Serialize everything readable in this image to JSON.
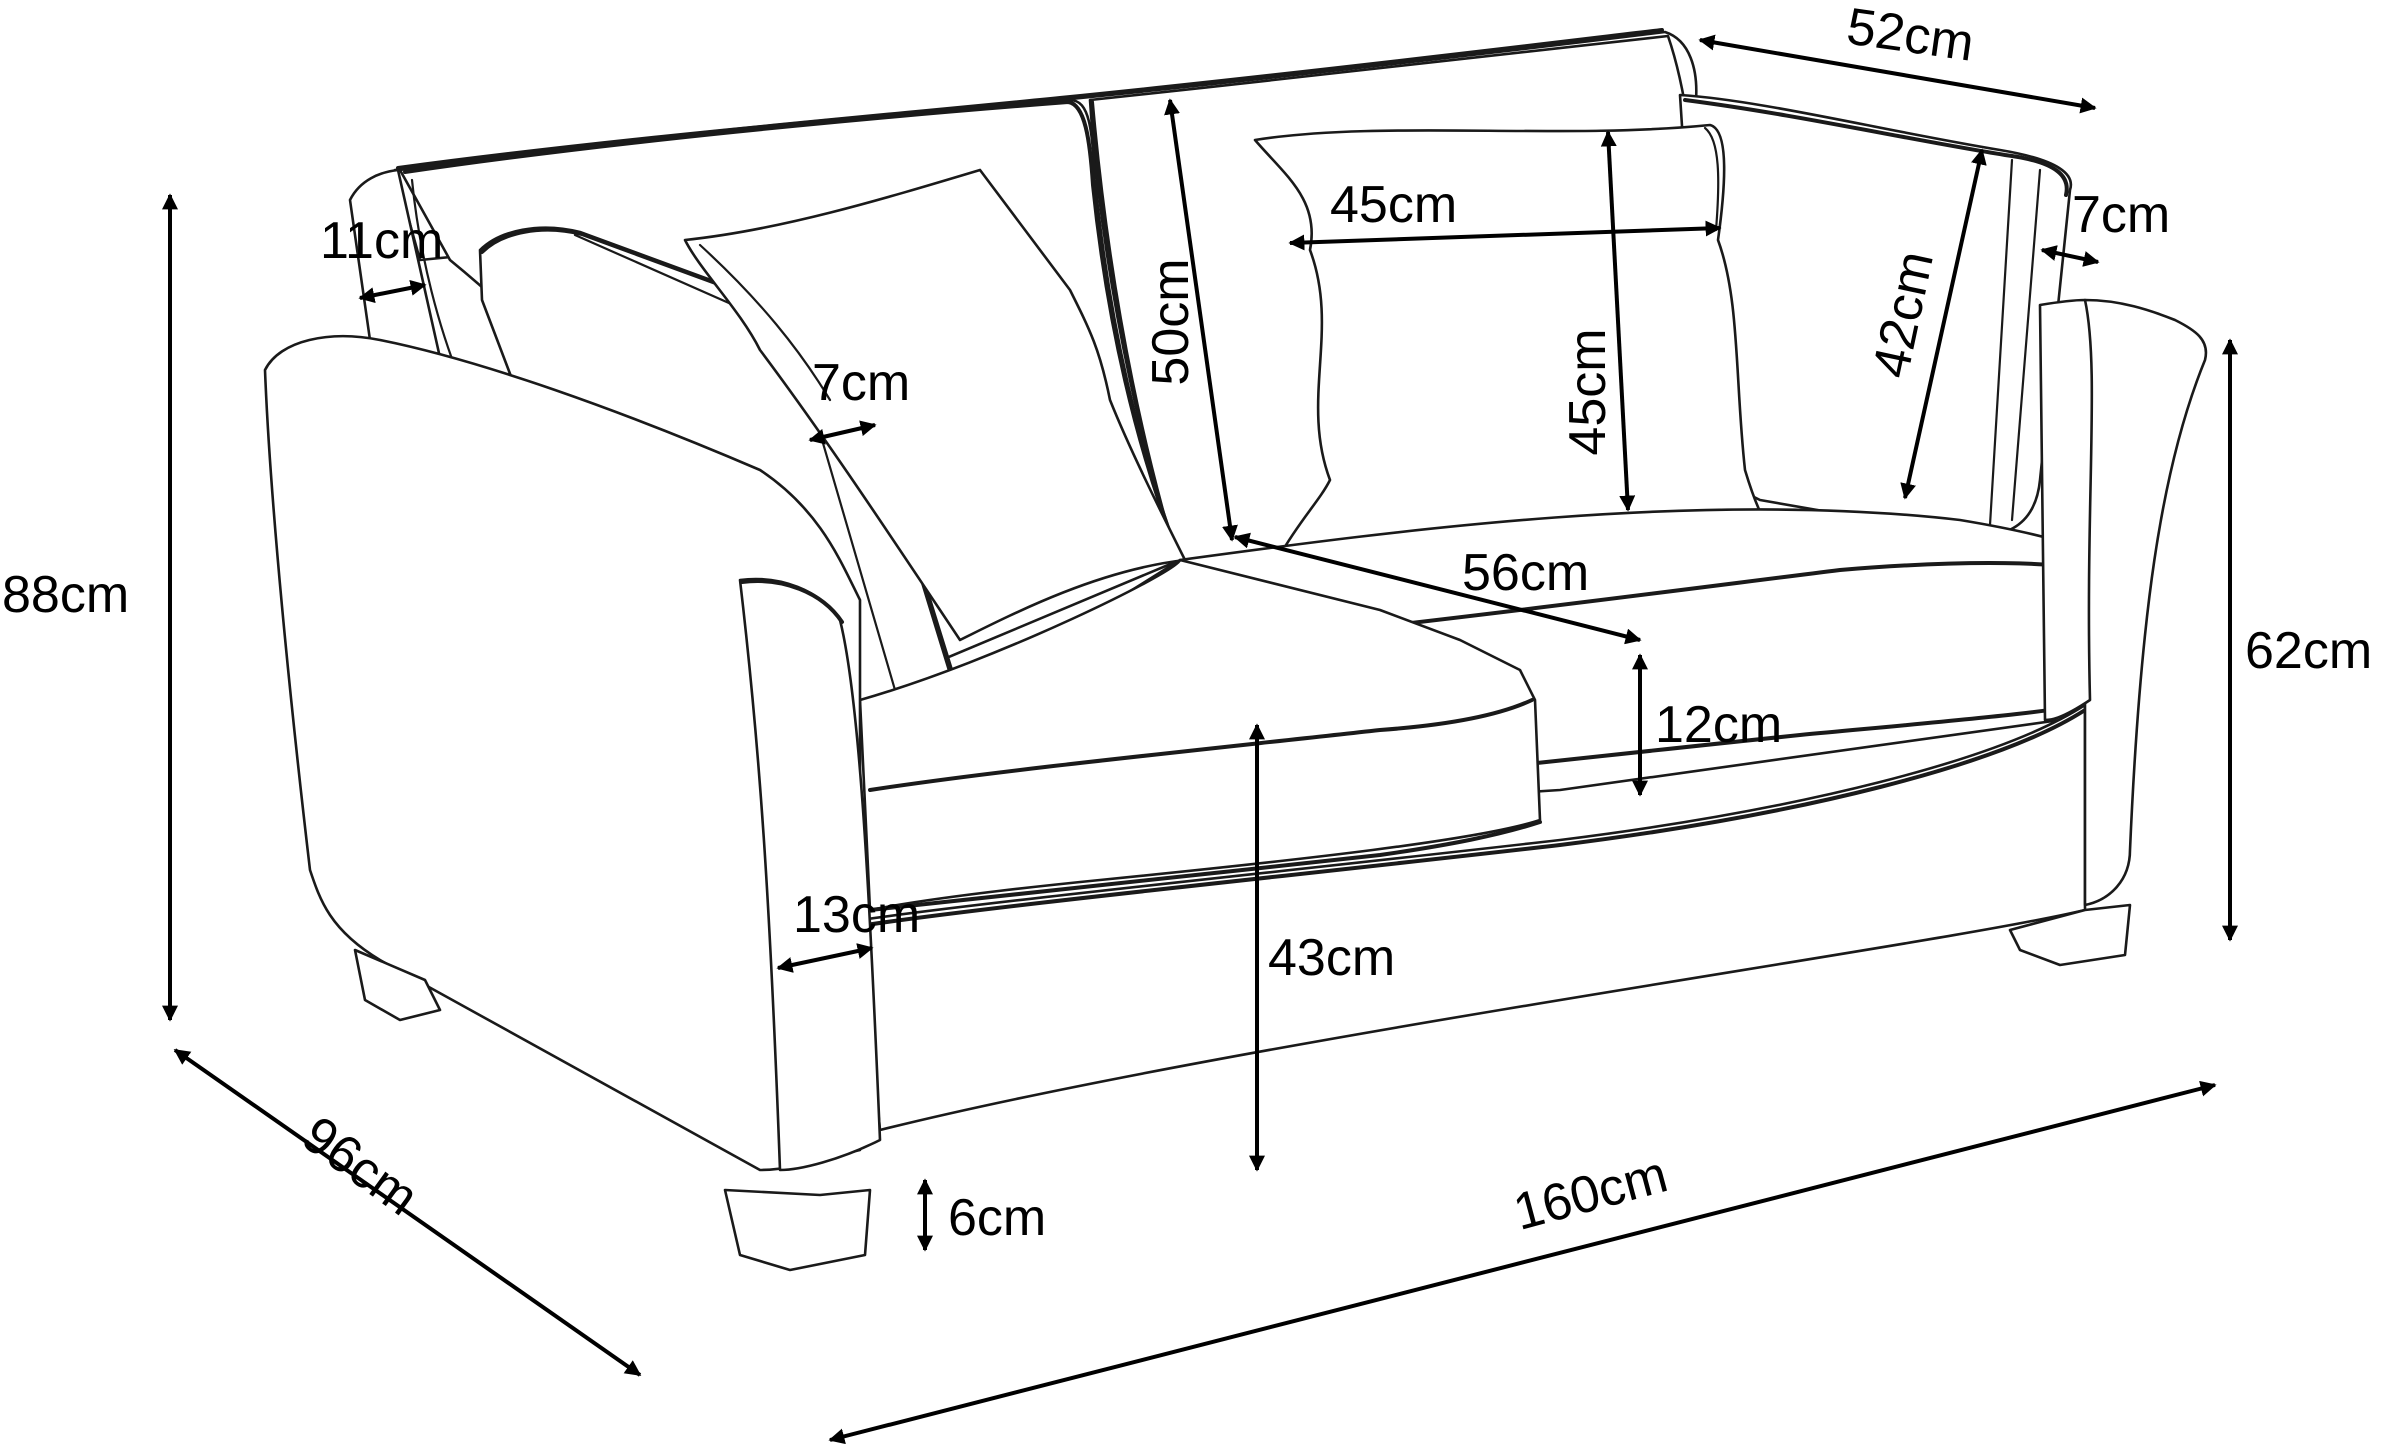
{
  "dimensions": {
    "overall_height": "88cm",
    "overall_depth": "96cm",
    "overall_width": "160cm",
    "arm_height": "62cm",
    "back_cushion_depth": "52cm",
    "back_rail_thickness": "11cm",
    "left_arm_pillow_thickness": "7cm",
    "right_arm_pillow_thickness": "7cm",
    "back_cushion_height": "50cm",
    "cushion_width": "45cm",
    "cushion_height": "45cm",
    "arm_pillow_height": "42cm",
    "seat_depth": "56cm",
    "seat_cushion_thickness": "12cm",
    "arm_width": "13cm",
    "seat_height": "43cm",
    "leg_height": "6cm"
  },
  "colors": {
    "line": "#1a1a1a",
    "background": "#ffffff"
  }
}
